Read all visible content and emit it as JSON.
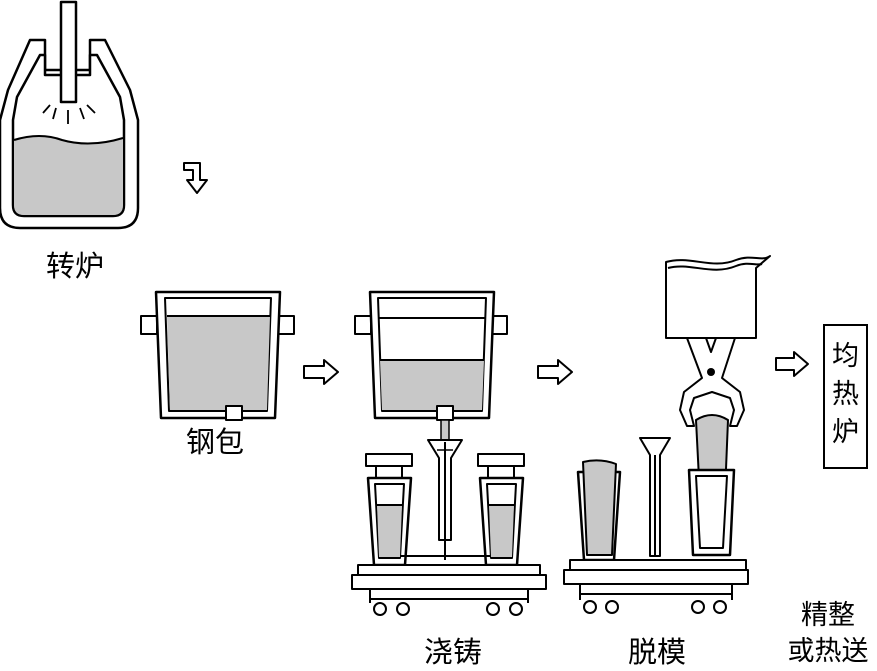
{
  "colors": {
    "steel": "#c8c8c8",
    "line": "#000000",
    "background": "#ffffff"
  },
  "labels": {
    "converter": "转炉",
    "ladle": "钢包",
    "teeming": "浇铸",
    "stripping": "脱模",
    "finishing_line1": "精整",
    "finishing_line2": "或热送",
    "soaking_pit_chars": [
      "均",
      "热",
      "炉"
    ]
  },
  "icons": [
    "down-right-arrow-icon",
    "right-arrow-icon"
  ]
}
